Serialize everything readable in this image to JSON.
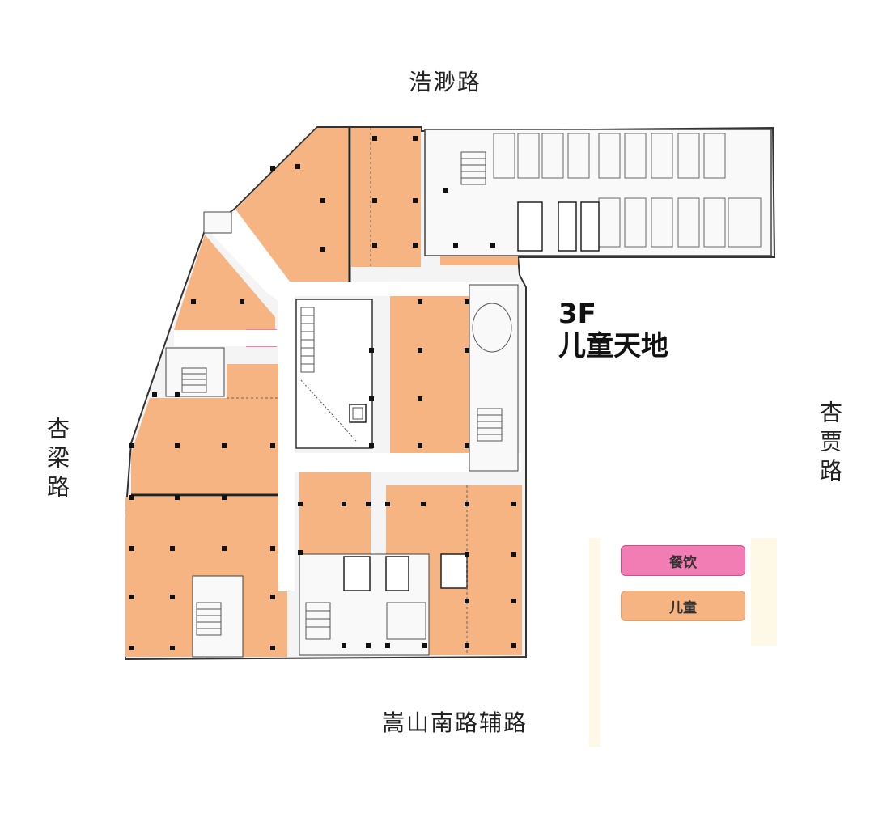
{
  "floor": {
    "level": "3F",
    "theme": "儿童天地"
  },
  "roads": {
    "north": "浩渺路",
    "south": "嵩山南路辅路",
    "west": "杏梁路",
    "east": "杏贾路"
  },
  "legend": {
    "items": [
      {
        "label": "餐饮",
        "color": "#f27cb4"
      },
      {
        "label": "儿童",
        "color": "#f5b481"
      }
    ]
  },
  "colors": {
    "kids": "#f5b481",
    "dining": "#f27cb4",
    "corridor": "#ffffff",
    "wall": "#222222",
    "column": "#111111"
  },
  "icons": [
    "escalator-icon",
    "stair-icon",
    "elevator-icon",
    "restroom-icon"
  ]
}
